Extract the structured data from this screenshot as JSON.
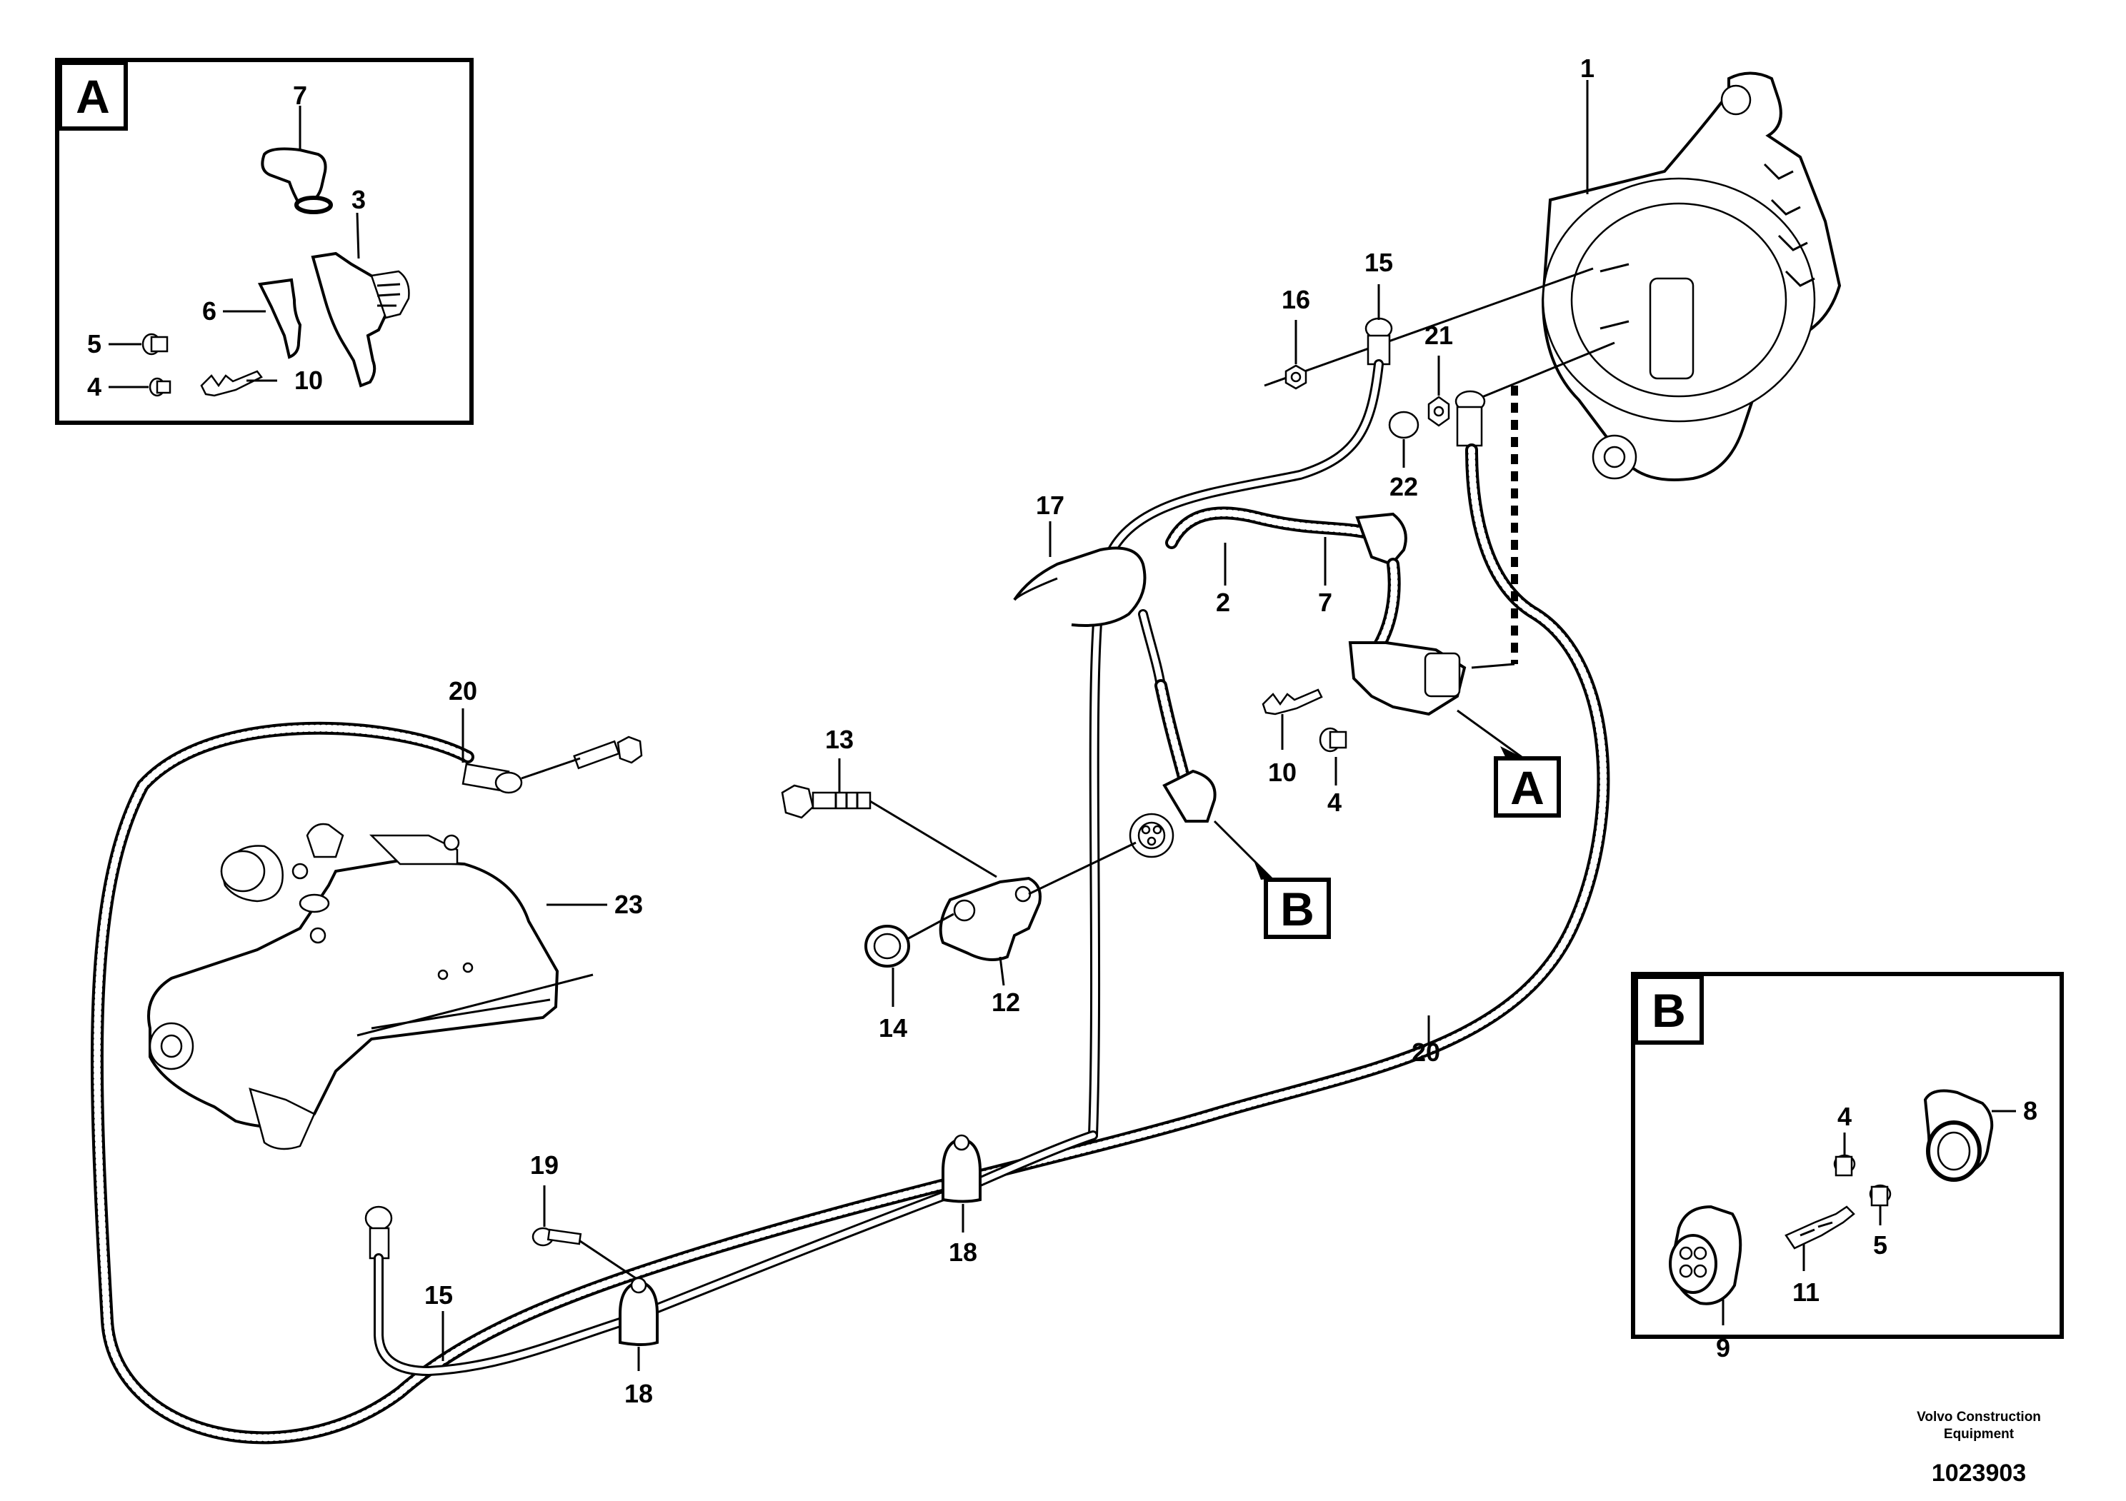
{
  "insets": {
    "a": {
      "letter": "A"
    },
    "b": {
      "letter": "B"
    }
  },
  "callouts": {
    "a": "A",
    "b": "B"
  },
  "parts": {
    "alternator": "1",
    "harness_main": "2",
    "inset_a_connector": "3",
    "inset_a_screw_4": "4",
    "inset_a_screw_5": "5",
    "inset_a_cover": "6",
    "inset_a_elbow": "7",
    "elbow_main": "7",
    "inset_a_terminal": "10",
    "terminal_main": "10",
    "screw_main": "4",
    "bracket": "12",
    "bolt_13": "13",
    "nut_14": "14",
    "cable_15_top": "15",
    "cable_15_bottom": "15",
    "nut_16": "16",
    "cable_tie": "17",
    "clamp_18_mid": "18",
    "clamp_18_bottom": "18",
    "screw_19": "19",
    "cable_20_top": "20",
    "cable_20_right": "20",
    "nut_21": "21",
    "cap_22": "22",
    "starter": "23",
    "inset_b_screw_4": "4",
    "inset_b_screw_5": "5",
    "inset_b_elbow": "8",
    "inset_b_connector": "9",
    "inset_b_terminal": "11"
  },
  "footer": {
    "credit_line1": "Volvo Construction",
    "credit_line2": "Equipment",
    "doc_number": "1023903"
  }
}
